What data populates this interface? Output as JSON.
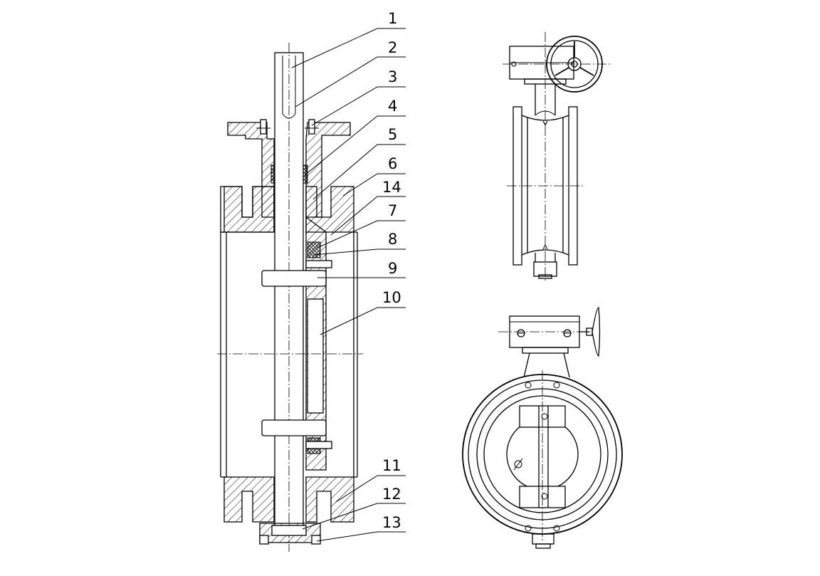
{
  "callouts": [
    {
      "id": "1",
      "text": "1"
    },
    {
      "id": "2",
      "text": "2"
    },
    {
      "id": "3",
      "text": "3"
    },
    {
      "id": "4",
      "text": "4"
    },
    {
      "id": "5",
      "text": "5"
    },
    {
      "id": "6",
      "text": "6"
    },
    {
      "id": "14",
      "text": "14"
    },
    {
      "id": "7",
      "text": "7"
    },
    {
      "id": "8",
      "text": "8"
    },
    {
      "id": "9",
      "text": "9"
    },
    {
      "id": "10",
      "text": "10"
    },
    {
      "id": "11",
      "text": "11"
    },
    {
      "id": "12",
      "text": "12"
    },
    {
      "id": "13",
      "text": "13"
    }
  ],
  "colors": {
    "line": "#000000",
    "background": "#ffffff"
  }
}
